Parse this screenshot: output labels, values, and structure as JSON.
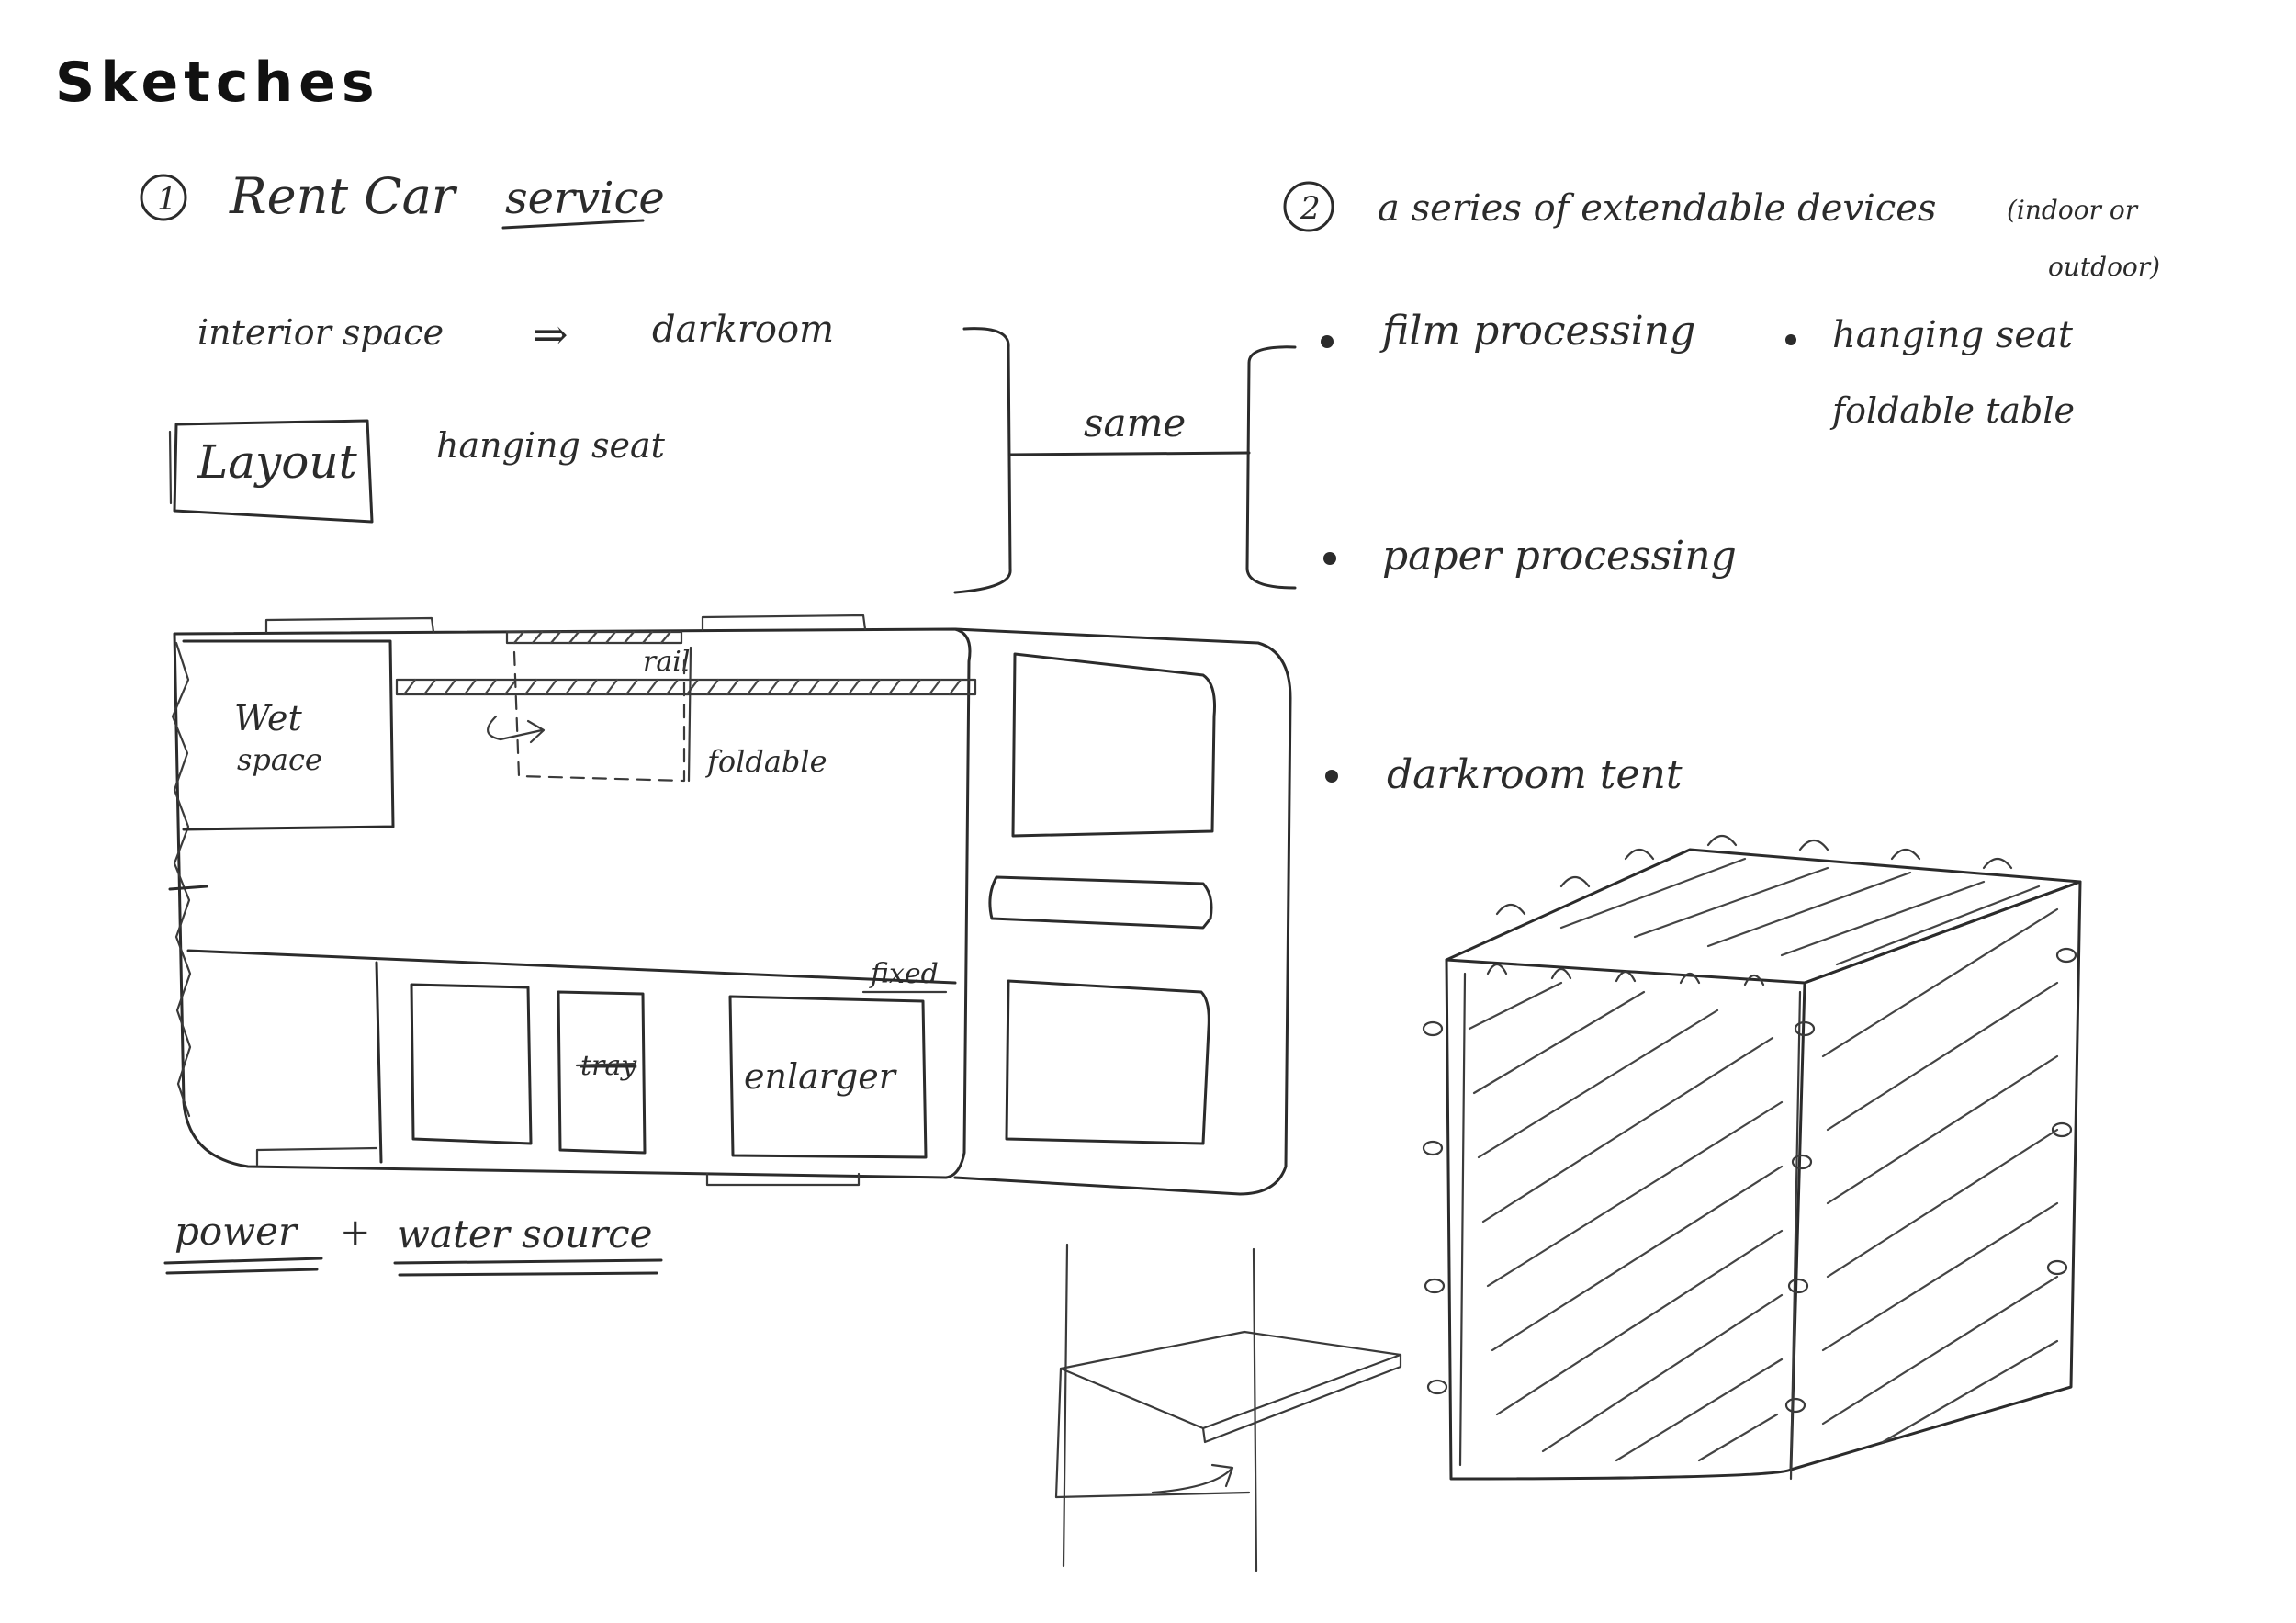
{
  "page_title": "Sketches",
  "section_1": {
    "number": "1",
    "heading": "Rent Car",
    "heading_underlined": "service",
    "flow_from": "interior space",
    "flow_arrow": "⇒",
    "flow_to": "darkroom",
    "layout_box": "Layout",
    "layout_note": "hanging seat",
    "bracket_label": "same",
    "plan_labels": {
      "wet_space_line1": "Wet",
      "wet_space_line2": "space",
      "rail": "rail",
      "foldable": "foldable",
      "fixed": "fixed",
      "tray": "tray",
      "enlarger": "enlarger"
    },
    "footer_note_1": "power",
    "footer_plus": "+",
    "footer_note_2": "water source"
  },
  "section_2": {
    "number": "2",
    "heading": "a series of extendable devices",
    "heading_note_1": "(indoor or",
    "heading_note_2": "outdoor)",
    "bullets": [
      "film processing",
      "paper processing",
      "darkroom tent"
    ],
    "side_bullet": "hanging seat",
    "side_bullet_sub": "foldable table"
  }
}
